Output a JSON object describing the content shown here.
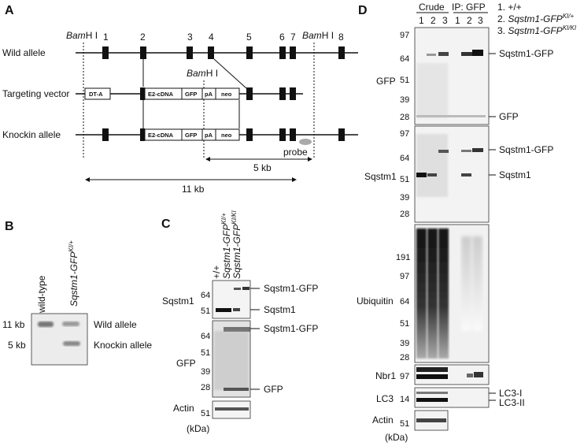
{
  "panel_labels": {
    "a": "A",
    "b": "B",
    "c": "C",
    "d": "D"
  },
  "panel_a": {
    "exon_numbers": [
      "1",
      "2",
      "3",
      "4",
      "5",
      "6",
      "7",
      "8"
    ],
    "bamhi_label": "BamH I",
    "bamhi_italic": "Bam",
    "bamhi_rest": "H I",
    "rows": {
      "wild": "Wild allele",
      "targeting": "Targeting vector",
      "knockin": "Knockin allele"
    },
    "boxes": {
      "dta": "DT-A",
      "e2": "E2-cDNA",
      "gfp": "GFP",
      "pa": "pA",
      "neo": "neo"
    },
    "probe": "probe",
    "dist_5kb": "5 kb",
    "dist_11kb": "11 kb"
  },
  "panel_b": {
    "lane1": "wild-type",
    "lane2_base": "Sqstm1-GFP",
    "lane2_sup": "KI/+",
    "size_11": "11 kb",
    "size_5": "5 kb",
    "band_wild": "Wild allele",
    "band_knockin": "Knockin allele"
  },
  "panel_c": {
    "lane1": "+/+",
    "lane2_base": "Sqstm1-GFP",
    "lane2_sup": "KI/+",
    "lane3_base": "Sqstm1-GFP",
    "lane3_sup": "KI/KI",
    "blot_sqstm1": "Sqstm1",
    "blot_gfp": "GFP",
    "blot_actin": "Actin",
    "mw_sqstm1": [
      "64",
      "51"
    ],
    "mw_gfp": [
      "64",
      "51",
      "39",
      "28"
    ],
    "mw_actin": [
      "51"
    ],
    "band_sqstm1gfp": "Sqstm1-GFP",
    "band_sqstm1": "Sqstm1",
    "band_gfp": "GFP",
    "kda": "(kDa)"
  },
  "panel_d": {
    "crude": "Crude",
    "ip": "IP: GFP",
    "lane_nums": [
      "1",
      "2",
      "3",
      "1",
      "2",
      "3"
    ],
    "legend1": "1. +/+",
    "legend2_pre": "2. ",
    "legend2_base": "Sqstm1-GFP",
    "legend2_sup": "KI/+",
    "legend3_pre": "3. ",
    "legend3_base": "Sqstm1-GFP",
    "legend3_sup": "KI/KI",
    "blot_gfp": "GFP",
    "blot_sqstm1": "Sqstm1",
    "blot_ubiquitin": "Ubiquitin",
    "blot_nbr1": "Nbr1",
    "blot_lc3": "LC3",
    "blot_actin": "Actin",
    "mw_gfp": [
      "97",
      "64",
      "51",
      "39",
      "28"
    ],
    "mw_sqstm1": [
      "97",
      "64",
      "51",
      "39",
      "28"
    ],
    "mw_ubiquitin": [
      "191",
      "97",
      "64",
      "51",
      "39",
      "28"
    ],
    "mw_nbr1": [
      "97"
    ],
    "mw_lc3": [
      "14"
    ],
    "mw_actin": [
      "51"
    ],
    "band_sqstm1gfp": "Sqstm1-GFP",
    "band_gfp": "GFP",
    "band_sqstm1": "Sqstm1",
    "band_lc3i": "LC3-I",
    "band_lc3ii": "LC3-II",
    "kda": "(kDa)"
  }
}
